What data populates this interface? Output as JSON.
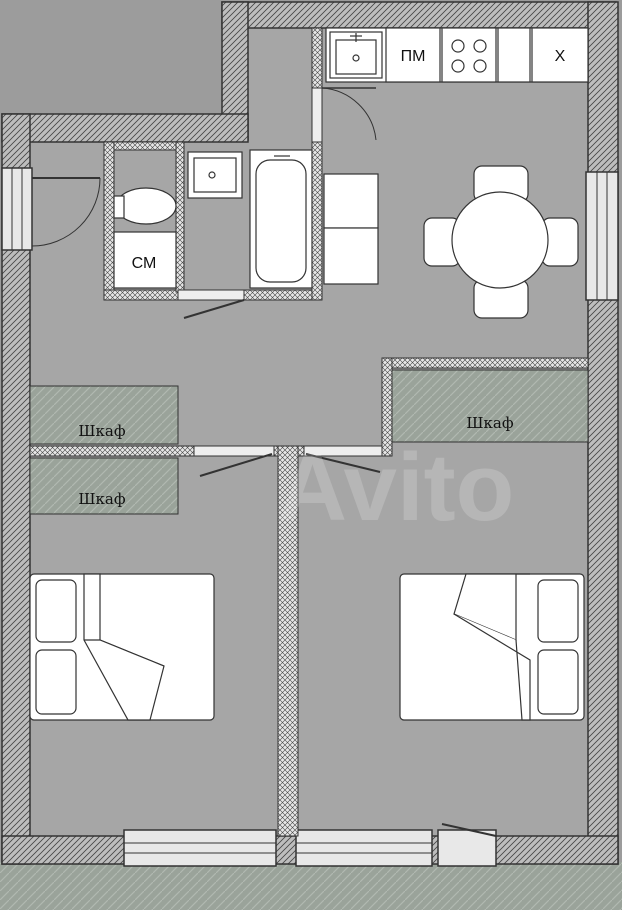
{
  "labels": {
    "dishwasher": "ПМ",
    "fridge": "Х",
    "washer": "СМ",
    "wardrobe_left_upper": "Шкаф",
    "wardrobe_left_lower": "Шкаф",
    "wardrobe_right": "Шкаф"
  },
  "watermark": "Avito",
  "colors": {
    "background": "#9c9c9c",
    "floor": "#a6a6a6",
    "wall": "#bcbcbc",
    "furniture": "#ffffff",
    "wardrobe": "#9aa39a",
    "balcony": "#9aa99a",
    "line": "#333333"
  }
}
